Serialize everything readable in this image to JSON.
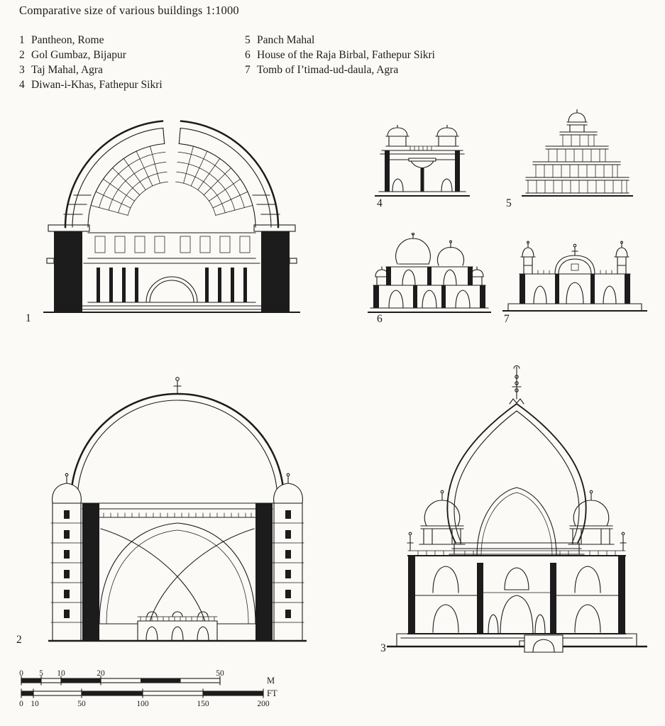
{
  "title": "Comparative size of various buildings 1:1000",
  "legend": {
    "left": [
      {
        "num": "1",
        "label": "Pantheon, Rome"
      },
      {
        "num": "2",
        "label": "Gol Gumbaz, Bijapur"
      },
      {
        "num": "3",
        "label": "Taj Mahal, Agra"
      },
      {
        "num": "4",
        "label": "Diwan-i-Khas, Fathepur Sikri"
      }
    ],
    "right": [
      {
        "num": "5",
        "label": "Panch Mahal"
      },
      {
        "num": "6",
        "label": "House of the Raja Birbal, Fathepur Sikri"
      },
      {
        "num": "7",
        "label": "Tomb of I’timad-ud-daula, Agra"
      }
    ]
  },
  "figures": {
    "f1": {
      "number": "1",
      "name": "Pantheon, Rome"
    },
    "f2": {
      "number": "2",
      "name": "Gol Gumbaz, Bijapur"
    },
    "f3": {
      "number": "3",
      "name": "Taj Mahal, Agra"
    },
    "f4": {
      "number": "4",
      "name": "Diwan-i-Khas, Fathepur Sikri"
    },
    "f5": {
      "number": "5",
      "name": "Panch Mahal"
    },
    "f6": {
      "number": "6",
      "name": "House of the Raja Birbal, Fathepur Sikri"
    },
    "f7": {
      "number": "7",
      "name": "Tomb of I’timad-ud-daula, Agra"
    }
  },
  "scale_bar": {
    "meters": {
      "ticks": [
        "0",
        "5",
        "10",
        "20",
        "50"
      ],
      "unit": "M"
    },
    "feet": {
      "ticks": [
        "0",
        "10",
        "50",
        "100",
        "150",
        "200"
      ],
      "unit": "FT"
    }
  },
  "drawing_scale": "1:1000",
  "colors": {
    "ink": "#1c1c1c",
    "paper": "#fbfaf6"
  }
}
